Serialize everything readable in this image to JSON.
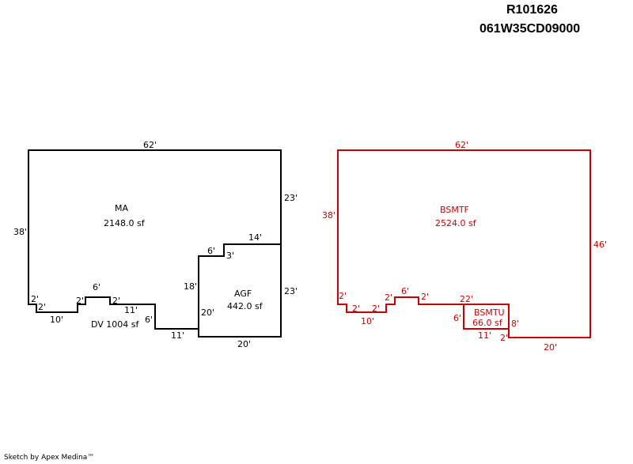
{
  "header": {
    "parcel_id": "R101626",
    "map_number": "061W35CD09000"
  },
  "footer": {
    "credit": "Sketch by Apex Medina™"
  },
  "colors": {
    "left_sketch": "#000000",
    "right_sketch": "#cc0000"
  },
  "left_sketch": {
    "areas": {
      "ma": {
        "name": "MA",
        "size": "2148.0 sf"
      },
      "agf": {
        "name": "AGF",
        "size": "442.0 sf"
      },
      "dv": {
        "label": "DV 1004 sf"
      }
    },
    "dims": {
      "top": "62'",
      "left": "38'",
      "right_upper": "23'",
      "right_lower": "23'",
      "agf_step_top": "14'",
      "agf_step_w": "6'",
      "agf_step_h": "3'",
      "agf_left": "18'",
      "agf_inner": "20'",
      "agf_bottom": "20'",
      "bottom_11_lower": "11'",
      "drop_6": "6'",
      "bottom_11_upper": "11'",
      "bump_top": "6'",
      "bump_right": "2'",
      "bump_left": "2'",
      "bottom_10": "10'",
      "notch_bottom": "2'",
      "notch_side": "2'"
    }
  },
  "right_sketch": {
    "areas": {
      "bsmtf": {
        "name": "BSMTF",
        "size": "2524.0 sf"
      },
      "bsmtu": {
        "name": "BSMTU",
        "size": "66.0 sf"
      }
    },
    "dims": {
      "top": "62'",
      "left": "38'",
      "right": "46'",
      "bottom_20": "20'",
      "bsmtu_right": "8'",
      "bsmtu_corner": "2'",
      "bsmtu_bottom": "11'",
      "bsmtu_left": "6'",
      "bsmtu_top": "22'",
      "bump_right": "2'",
      "bump_top": "6'",
      "bump_left": "2'",
      "step_2": "2'",
      "bottom_10": "10'",
      "notch_bottom": "2'",
      "notch_side": "2'"
    }
  }
}
